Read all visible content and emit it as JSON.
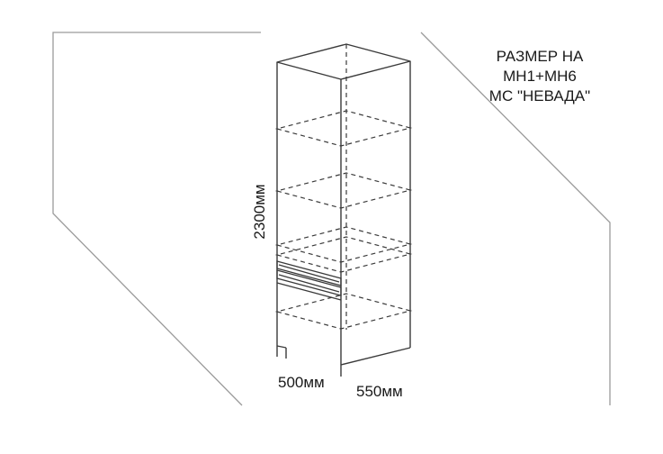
{
  "title": {
    "lines": [
      "РАЗМЕР НА",
      "МН1+МН6",
      "МС \"НЕВАДА\""
    ]
  },
  "dimensions": {
    "height_label": "2300мм",
    "width_label": "500мм",
    "depth_label": "550мм"
  },
  "colors": {
    "background": "#ffffff",
    "line": "#3a3a3a",
    "text": "#1a1a1a"
  }
}
